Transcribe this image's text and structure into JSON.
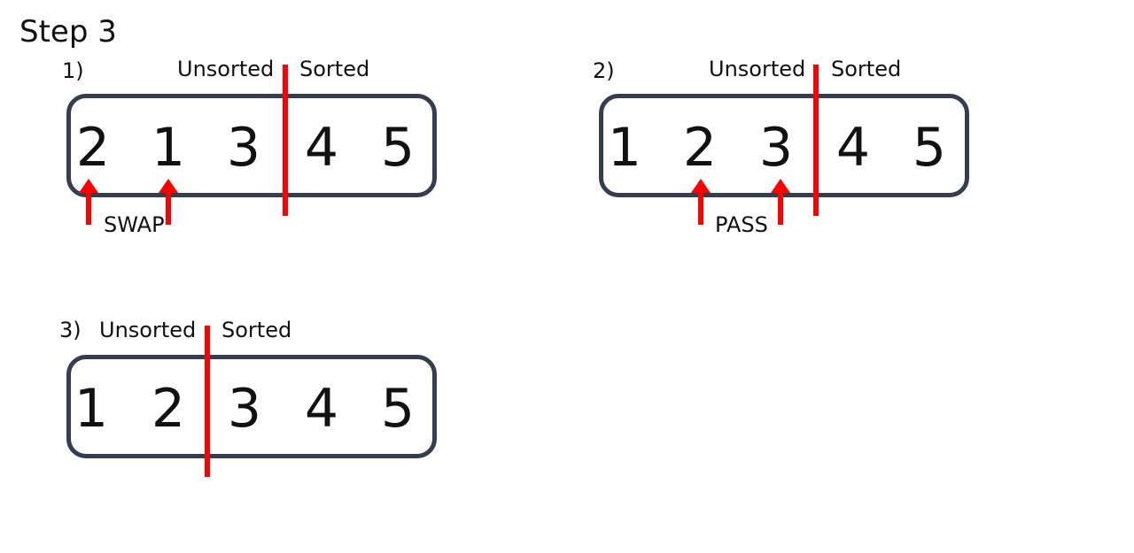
{
  "title": "Step 3",
  "colors": {
    "divider": "#ff0000",
    "arrow": "#ff0000",
    "box_border": "#343e4f"
  },
  "labels": {
    "unsorted": "Unsorted",
    "sorted": "Sorted"
  },
  "panels": [
    {
      "step_label": "1)",
      "numbers": [
        "2",
        "1",
        "3",
        "4",
        "5"
      ],
      "action": "SWAP"
    },
    {
      "step_label": "2)",
      "numbers": [
        "1",
        "2",
        "3",
        "4",
        "5"
      ],
      "action": "PASS"
    },
    {
      "step_label": "3)",
      "numbers": [
        "1",
        "2",
        "3",
        "4",
        "5"
      ]
    }
  ]
}
